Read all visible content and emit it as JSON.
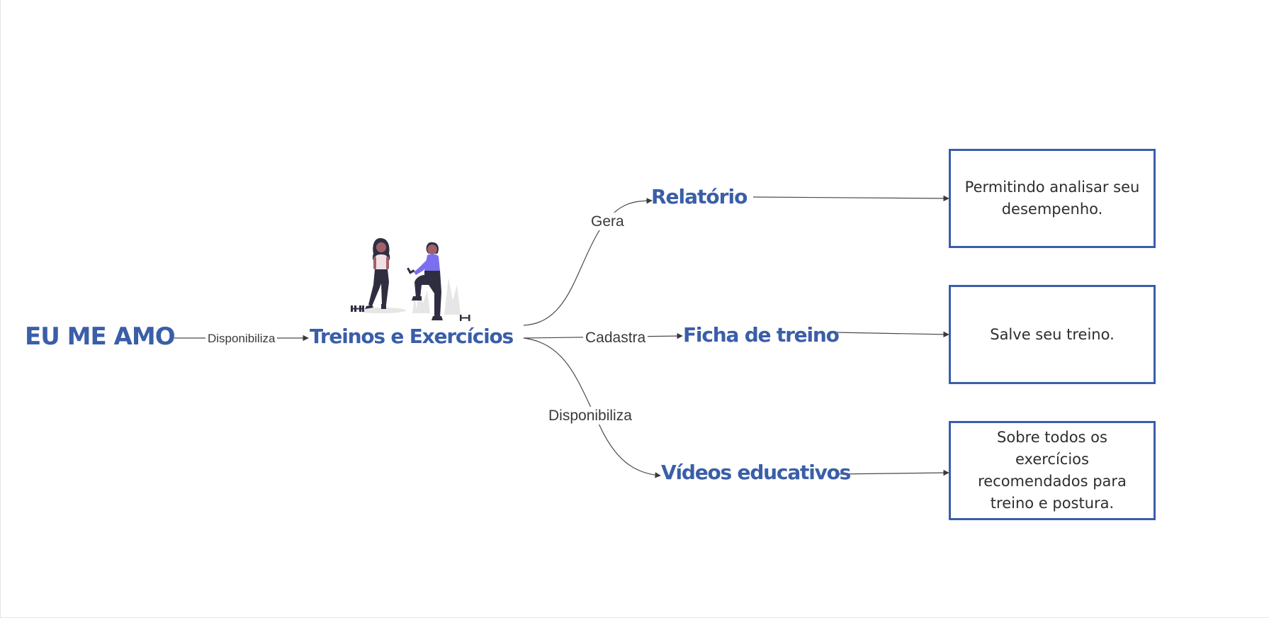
{
  "colors": {
    "accent": "#3a5ea8",
    "edge": "#4a4a4a",
    "figure_purple": "#7b6ff0",
    "figure_dark": "#2f2e41"
  },
  "nodes": {
    "root": "EU ME AMO",
    "main": "Treinos e Exercícios",
    "report": "Relatório",
    "sheet": "Ficha de treino",
    "videos": "Vídeos educativos"
  },
  "edge_labels": {
    "root_to_main": "Disponibiliza",
    "main_to_report": "Gera",
    "main_to_sheet": "Cadastra",
    "main_to_videos": "Disponibiliza"
  },
  "boxes": {
    "report_desc": "Permitindo analisar seu desempenho.",
    "sheet_desc": "Salve seu treino.",
    "videos_desc": "Sobre todos os exercícios recomendados para treino e postura."
  },
  "illustration": {
    "icon": "workout-people-icon"
  }
}
